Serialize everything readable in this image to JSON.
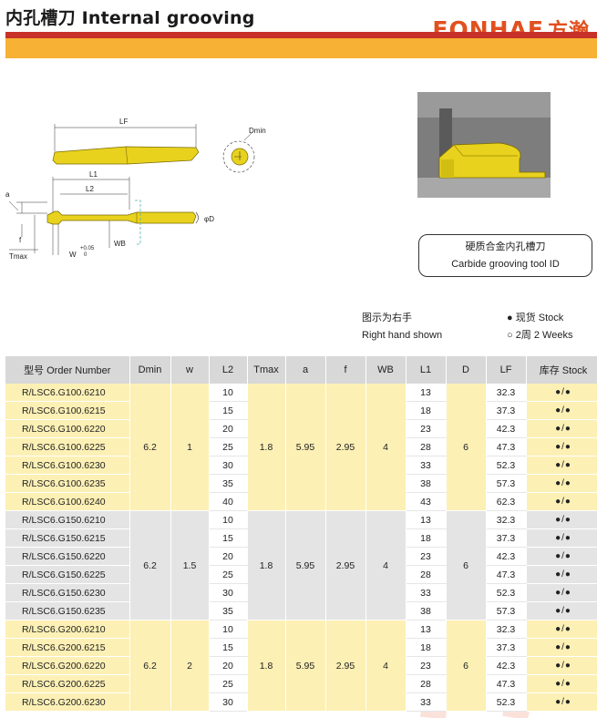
{
  "header": {
    "title": "内孔槽刀 Internal grooving",
    "logo_latin": "FONHAE",
    "logo_cn": "方瀚"
  },
  "drawing_labels": {
    "lf": "LF",
    "dmin": "Dmin",
    "l1": "L1",
    "l2": "L2",
    "a": "a",
    "d": "φD",
    "f": "f",
    "wb": "WB",
    "tmax": "Tmax",
    "w": "W",
    "tol_upper": "+0.05",
    "tol_lower": "0"
  },
  "caption": {
    "cn": "硬质合金内孔槽刀",
    "en": "Carbide grooving tool ID"
  },
  "notes": {
    "hand_cn": "图示为右手",
    "hand_en": "Right hand shown",
    "stock": "● 现货 Stock",
    "weeks": "○ 2周 2 Weeks"
  },
  "colors": {
    "brand": "#e1501f",
    "red_bar": "#c7312a",
    "orange_bar": "#f7b134",
    "tool_yellow": "#e8d21e"
  },
  "table": {
    "headers": [
      "型号 Order Number",
      "Dmin",
      "w",
      "L2",
      "Tmax",
      "a",
      "f",
      "WB",
      "L1",
      "D",
      "LF",
      "库存 Stock"
    ],
    "groups": [
      {
        "dmin": "6.2",
        "w": "1",
        "tmax": "1.8",
        "a": "5.95",
        "f": "2.95",
        "wb": "4",
        "d": "6",
        "rows": [
          {
            "code": "R/LSC6.G100.6210",
            "l2": "10",
            "l1": "13",
            "lf": "32.3",
            "stock": "●/●"
          },
          {
            "code": "R/LSC6.G100.6215",
            "l2": "15",
            "l1": "18",
            "lf": "37.3",
            "stock": "●/●"
          },
          {
            "code": "R/LSC6.G100.6220",
            "l2": "20",
            "l1": "23",
            "lf": "42.3",
            "stock": "●/●"
          },
          {
            "code": "R/LSC6.G100.6225",
            "l2": "25",
            "l1": "28",
            "lf": "47.3",
            "stock": "●/●"
          },
          {
            "code": "R/LSC6.G100.6230",
            "l2": "30",
            "l1": "33",
            "lf": "52.3",
            "stock": "●/●"
          },
          {
            "code": "R/LSC6.G100.6235",
            "l2": "35",
            "l1": "38",
            "lf": "57.3",
            "stock": "●/●"
          },
          {
            "code": "R/LSC6.G100.6240",
            "l2": "40",
            "l1": "43",
            "lf": "62.3",
            "stock": "●/●"
          }
        ]
      },
      {
        "dmin": "6.2",
        "w": "1.5",
        "tmax": "1.8",
        "a": "5.95",
        "f": "2.95",
        "wb": "4",
        "d": "6",
        "rows": [
          {
            "code": "R/LSC6.G150.6210",
            "l2": "10",
            "l1": "13",
            "lf": "32.3",
            "stock": "●/●"
          },
          {
            "code": "R/LSC6.G150.6215",
            "l2": "15",
            "l1": "18",
            "lf": "37.3",
            "stock": "●/●"
          },
          {
            "code": "R/LSC6.G150.6220",
            "l2": "20",
            "l1": "23",
            "lf": "42.3",
            "stock": "●/●"
          },
          {
            "code": "R/LSC6.G150.6225",
            "l2": "25",
            "l1": "28",
            "lf": "47.3",
            "stock": "●/●"
          },
          {
            "code": "R/LSC6.G150.6230",
            "l2": "30",
            "l1": "33",
            "lf": "52.3",
            "stock": "●/●"
          },
          {
            "code": "R/LSC6.G150.6235",
            "l2": "35",
            "l1": "38",
            "lf": "57.3",
            "stock": "●/●"
          }
        ]
      },
      {
        "dmin": "6.2",
        "w": "2",
        "tmax": "1.8",
        "a": "5.95",
        "f": "2.95",
        "wb": "4",
        "d": "6",
        "rows": [
          {
            "code": "R/LSC6.G200.6210",
            "l2": "10",
            "l1": "13",
            "lf": "32.3",
            "stock": "●/●"
          },
          {
            "code": "R/LSC6.G200.6215",
            "l2": "15",
            "l1": "18",
            "lf": "37.3",
            "stock": "●/●"
          },
          {
            "code": "R/LSC6.G200.6220",
            "l2": "20",
            "l1": "23",
            "lf": "42.3",
            "stock": "●/●"
          },
          {
            "code": "R/LSC6.G200.6225",
            "l2": "25",
            "l1": "28",
            "lf": "47.3",
            "stock": "●/●"
          },
          {
            "code": "R/LSC6.G200.6230",
            "l2": "30",
            "l1": "33",
            "lf": "52.3",
            "stock": "●/●"
          }
        ]
      }
    ]
  }
}
